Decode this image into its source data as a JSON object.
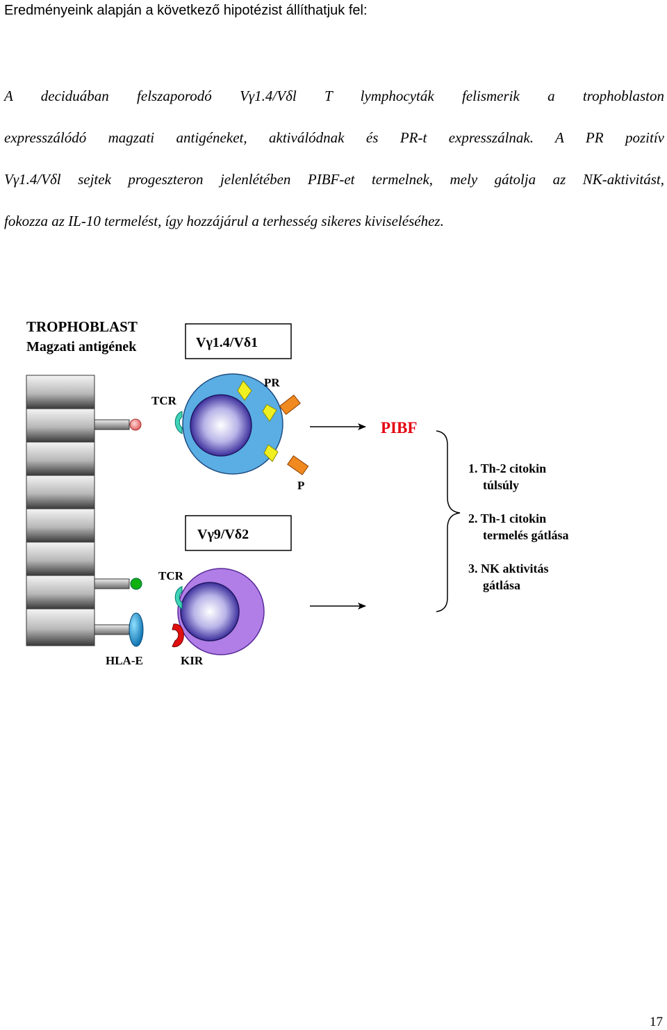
{
  "heading": "Eredményeink alapján a következő hipotézist állíthatjuk fel:",
  "paragraph_lines": [
    "A deciduában felszaporodó Vγ1.4/Vδl T lymphocyták felismerik a trophoblaston",
    "expresszálódó magzati antigéneket, aktiválódnak és PR-t expresszálnak. A PR pozitív",
    "Vγ1.4/Vδl sejtek progeszteron jelenlétében PIBF-et termelnek, mely gátolja az NK-aktivitást,",
    "fokozza az IL-10 termelést, így hozzájárul a terhesség sikeres kiviseléséhez."
  ],
  "diagram": {
    "trophoblast_title": "TROPHOBLAST",
    "trophoblast_subtitle": "Magzati antigének",
    "cell1_label": "Vγ1.4/Vδ1",
    "cell2_label": "Vγ9/Vδ2",
    "tcr1_label": "TCR",
    "tcr2_label": "TCR",
    "pr_label": "PR",
    "p_label": "P",
    "pibf_label": "PIBF",
    "hla_label": "HLA-E",
    "kir_label": "KIR",
    "effects": [
      {
        "line1": "1. Th-2 citokin",
        "line2": "túlsúly"
      },
      {
        "line1": "2. Th-1 citokin",
        "line2": "termelés gátlása"
      },
      {
        "line1": "3. NK aktivitás",
        "line2": "gátlása"
      }
    ],
    "colors": {
      "pibf": "#e3000f",
      "cell1": "#5aaee3",
      "cell2": "#b07ee6",
      "tcr": "#3fd3b8",
      "kir": "#e01010",
      "receptor": "#f0f020",
      "progesterone": "#f08a20",
      "hla": "#1e9fd8",
      "antigen_green": "#10b010",
      "antigen_pink": "#f08080"
    }
  },
  "page_number": "17"
}
